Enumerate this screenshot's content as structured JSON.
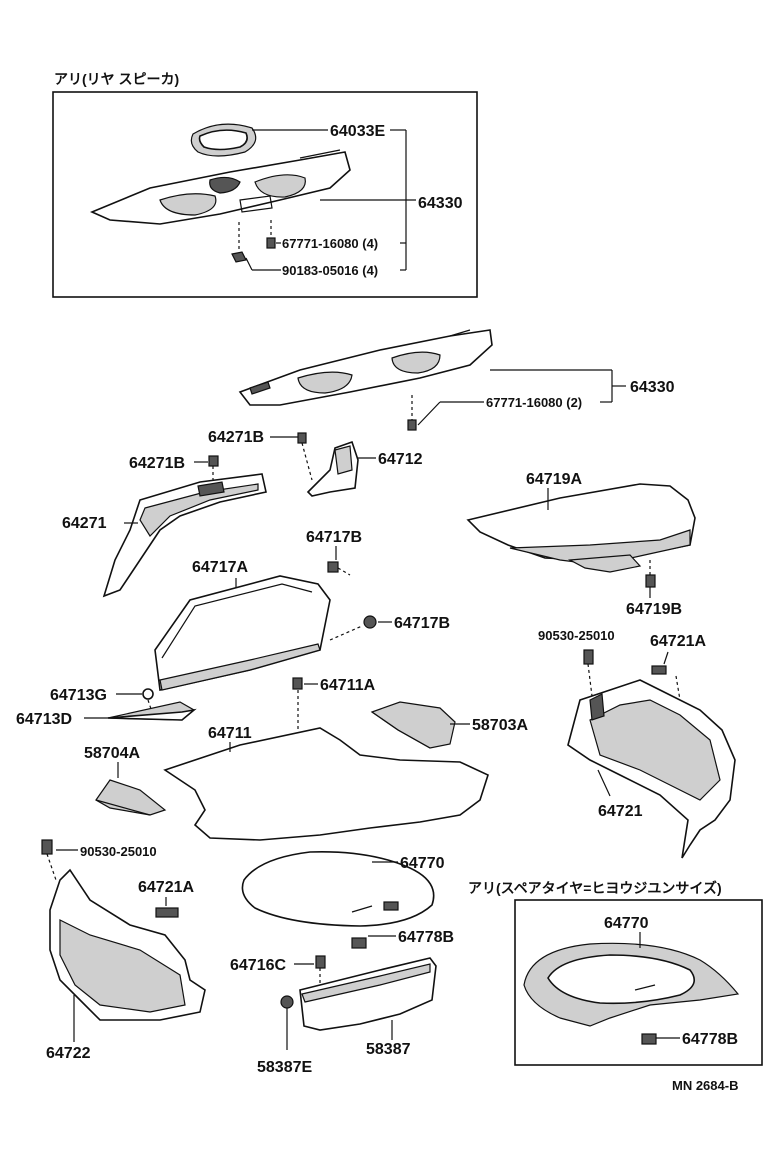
{
  "top_box": {
    "title": "アリ(リヤ スピーカ)",
    "labels": [
      "64033E",
      "64330",
      "67771-16080 (4)",
      "90183-05016 (4)"
    ]
  },
  "main": {
    "labels": {
      "p64330": "64330",
      "p67771": "67771-16080 (2)",
      "p64271B_a": "64271B",
      "p64712": "64712",
      "p64271B_b": "64271B",
      "p64271": "64271",
      "p64719A": "64719A",
      "p64717B_a": "64717B",
      "p64717A": "64717A",
      "p64717B_b": "64717B",
      "p64719B": "64719B",
      "p90530_a": "90530-25010",
      "p64721A_a": "64721A",
      "p64713G": "64713G",
      "p64711A": "64711A",
      "p64713D": "64713D",
      "p58703A": "58703A",
      "p64711": "64711",
      "p58704A": "58704A",
      "p64721": "64721",
      "p90530_b": "90530-25010",
      "p64770": "64770",
      "p64721A_b": "64721A",
      "p64778B": "64778B",
      "p64716C": "64716C",
      "p64722": "64722",
      "p58387E": "58387E",
      "p58387": "58387"
    }
  },
  "spare_box": {
    "title": "アリ(スペアタイヤ=ヒヨウジユンサイズ)",
    "labels": [
      "64770",
      "64778B"
    ]
  },
  "footer": {
    "code": "MN 2684-B"
  }
}
